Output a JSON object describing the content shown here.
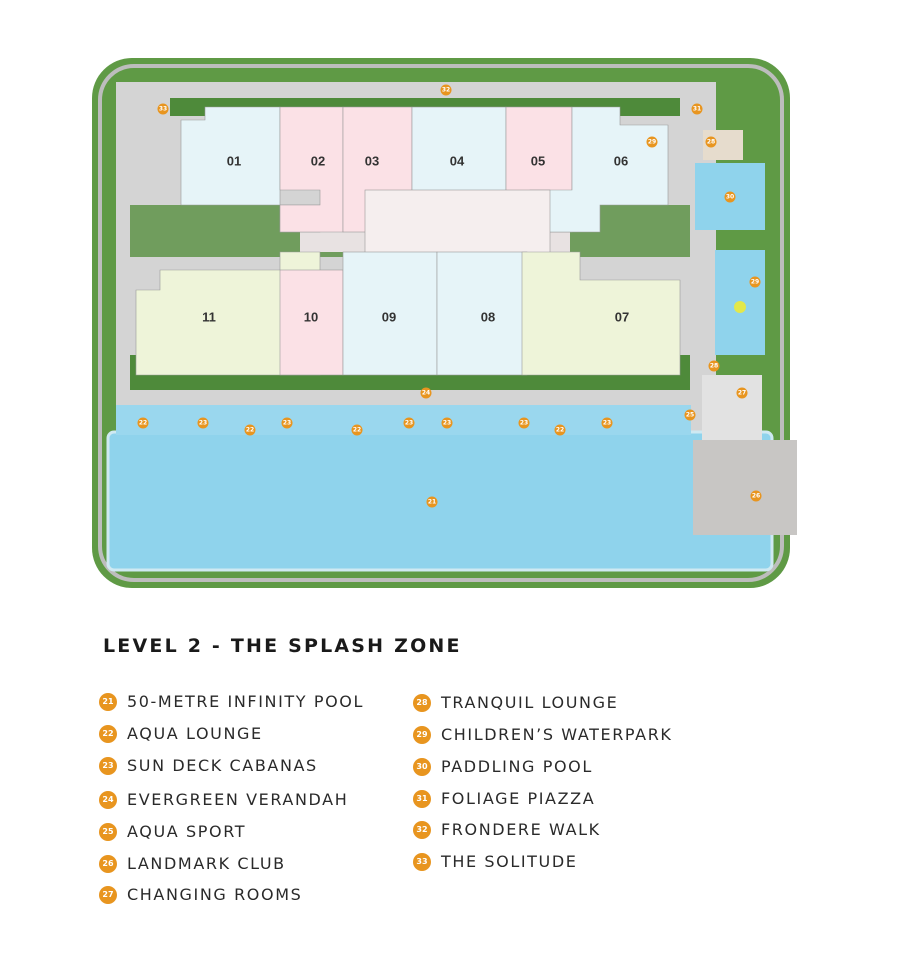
{
  "title": "LEVEL 2 - THE SPLASH ZONE",
  "colors": {
    "marker": "#e8951f",
    "unit_blue": "#e6f4f8",
    "unit_pink": "#fbe1e6",
    "unit_green": "#eef4d9",
    "core": "#f5eeee",
    "pool": "#8fd3ec",
    "greenery": "#5f9a45",
    "paving": "#d4d4d4"
  },
  "units": [
    "01",
    "02",
    "03",
    "04",
    "05",
    "06",
    "07",
    "08",
    "09",
    "10",
    "11"
  ],
  "markers": [
    "33",
    "32",
    "31",
    "29",
    "28",
    "30",
    "29",
    "28",
    "27",
    "24",
    "25",
    "22",
    "23",
    "22",
    "23",
    "22",
    "23",
    "23",
    "23",
    "22",
    "23",
    "21",
    "26"
  ],
  "legend": {
    "left": [
      {
        "num": "21",
        "label": "50-METRE INFINITY POOL"
      },
      {
        "num": "22",
        "label": "AQUA LOUNGE"
      },
      {
        "num": "23",
        "label": "SUN DECK CABANAS"
      },
      {
        "num": "24",
        "label": "EVERGREEN VERANDAH"
      },
      {
        "num": "25",
        "label": "AQUA SPORT"
      },
      {
        "num": "26",
        "label": "LANDMARK CLUB"
      },
      {
        "num": "27",
        "label": "CHANGING ROOMS"
      }
    ],
    "right": [
      {
        "num": "28",
        "label": "TRANQUIL LOUNGE"
      },
      {
        "num": "29",
        "label": "CHILDREN’S WATERPARK"
      },
      {
        "num": "30",
        "label": "PADDLING POOL"
      },
      {
        "num": "31",
        "label": "FOLIAGE PIAZZA"
      },
      {
        "num": "32",
        "label": "FRONDERE WALK"
      },
      {
        "num": "33",
        "label": "THE SOLITUDE"
      }
    ]
  }
}
